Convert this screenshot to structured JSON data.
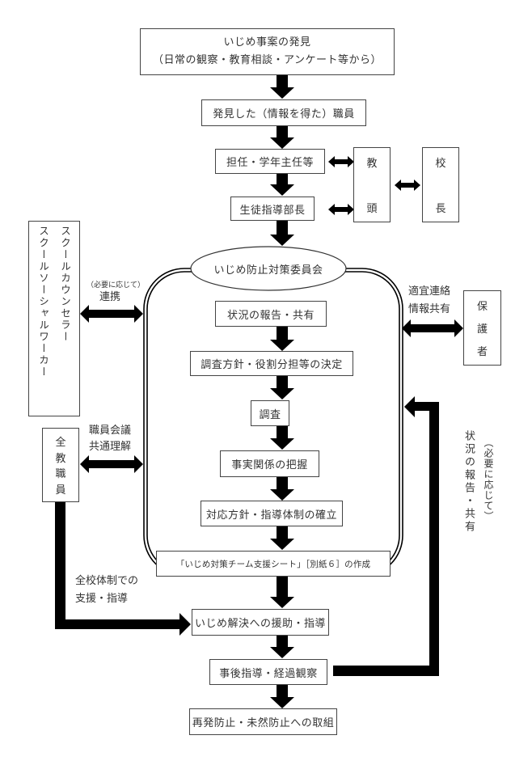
{
  "nodes": {
    "discovery": {
      "line1": "いじめ事案の発見",
      "line2": "（日常の観察・教育相談・アンケート等から）"
    },
    "staff_found": "発見した（情報を得た）職員",
    "homeroom": "担任・学年主任等",
    "guidance_head": "生徒指導部長",
    "vice_principal": [
      "教",
      "頭"
    ],
    "principal": [
      "校",
      "長"
    ],
    "committee": "いじめ防止対策委員会",
    "report_share": "状況の報告・共有",
    "policy_decision": "調査方針・役割分担等の決定",
    "investigation": "調査",
    "fact_grasp": "事実関係の把握",
    "response_policy": "対応方針・指導体制の確立",
    "support_sheet": "「いじめ対策チーム支援シート」［別紙６］の作成",
    "resolution_support": "いじめ解決への援助・指導",
    "followup": "事後指導・経過観察",
    "prevention": "再発防止・未然防止への取組",
    "counselors": {
      "col1": "スクールカウンセラー",
      "col2": "スクールソーシャルワーカー"
    },
    "all_staff": [
      "全",
      "教",
      "職",
      "員"
    ],
    "guardians": [
      "保",
      "護",
      "者"
    ]
  },
  "labels": {
    "counselor_link_note": "（必要に応じて）",
    "counselor_link": "連携",
    "staff_meeting": "職員会議",
    "common_understanding": "共通理解",
    "guardian_contact": "適宜連絡",
    "guardian_share": "情報共有",
    "schoolwide_1": "全校体制での",
    "schoolwide_2": "支援・指導",
    "feedback_note": "（必要に応じて）",
    "feedback": "状況の報告・共有"
  }
}
